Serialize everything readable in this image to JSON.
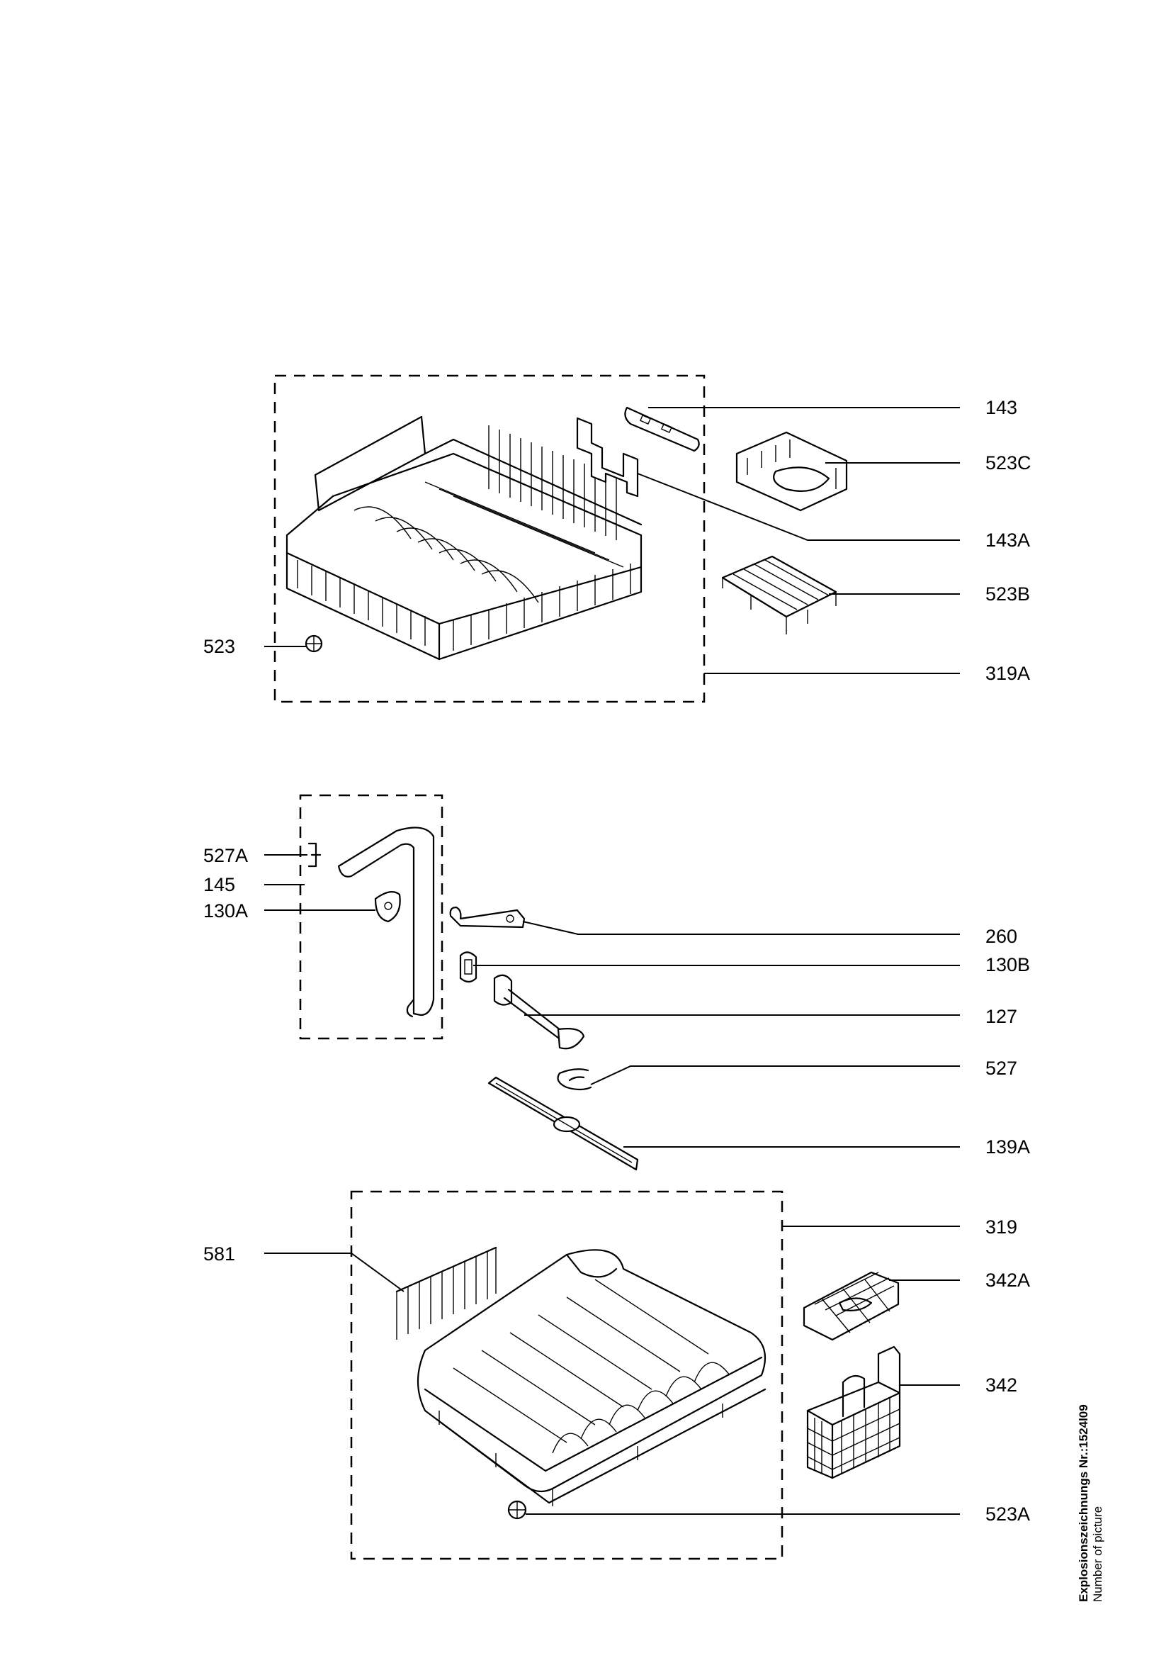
{
  "callouts": {
    "c143": "143",
    "c523C": "523C",
    "c143A": "143A",
    "c523B": "523B",
    "c523": "523",
    "c319A": "319A",
    "c527A": "527A",
    "c145": "145",
    "c130A": "130A",
    "c260": "260",
    "c130B": "130B",
    "c127": "127",
    "c527": "527",
    "c139A": "139A",
    "c319": "319",
    "c581": "581",
    "c342A": "342A",
    "c342": "342",
    "c523A": "523A"
  },
  "caption": {
    "line1": "Explosionszeichnungs Nr.:1524l09",
    "line2": "Number of picture"
  }
}
